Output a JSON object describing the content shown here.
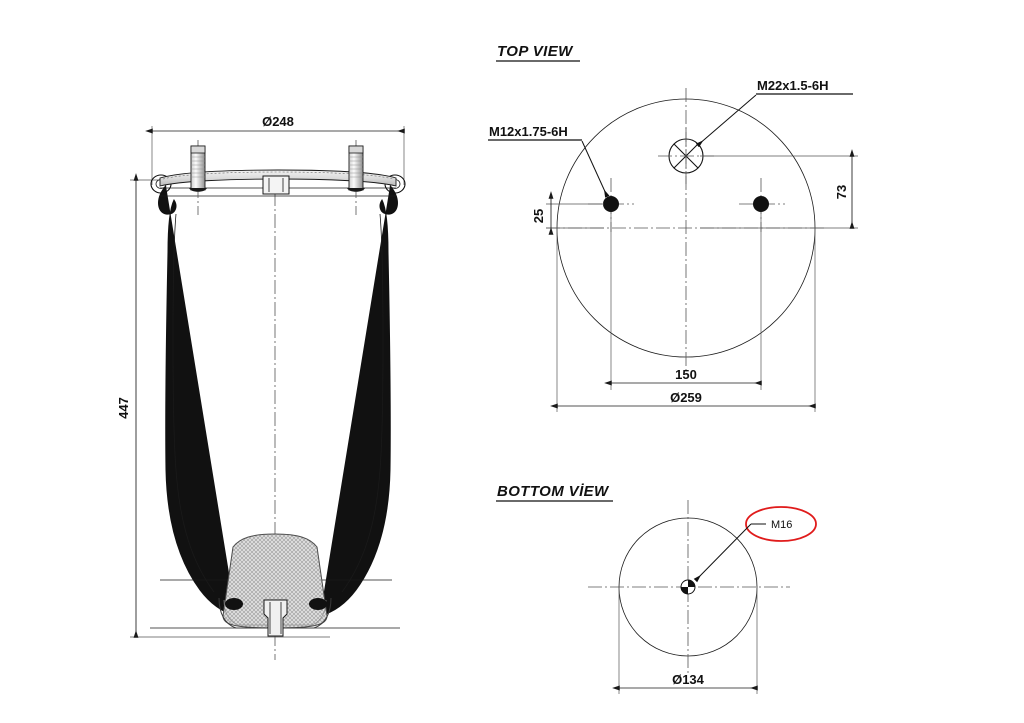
{
  "document": {
    "kind": "engineering-drawing",
    "subject": "Air spring bellows assembly",
    "background_color": "#ffffff",
    "line_color": "#111111",
    "accent_color": "#e01b1b"
  },
  "front_view": {
    "name": "front-view",
    "dimensions": {
      "top_plate_diameter": "Ø248",
      "overall_height": "447"
    }
  },
  "top_view": {
    "title": "TOP VIEW",
    "callouts": [
      {
        "id": "center-port",
        "label": "M22x1.5-6H"
      },
      {
        "id": "stud-hole",
        "label": "M12x1.75-6H"
      }
    ],
    "dimensions": {
      "plate_diameter": "Ø259",
      "stud_spacing": "150",
      "port_offset_vertical": "73",
      "stud_offset": "25"
    }
  },
  "bottom_view": {
    "title": "BOTTOM VİEW",
    "callouts": [
      {
        "id": "piston-thread",
        "label": "M16",
        "highlight_color": "#e01b1b"
      }
    ],
    "dimensions": {
      "piston_diameter": "Ø134"
    }
  }
}
